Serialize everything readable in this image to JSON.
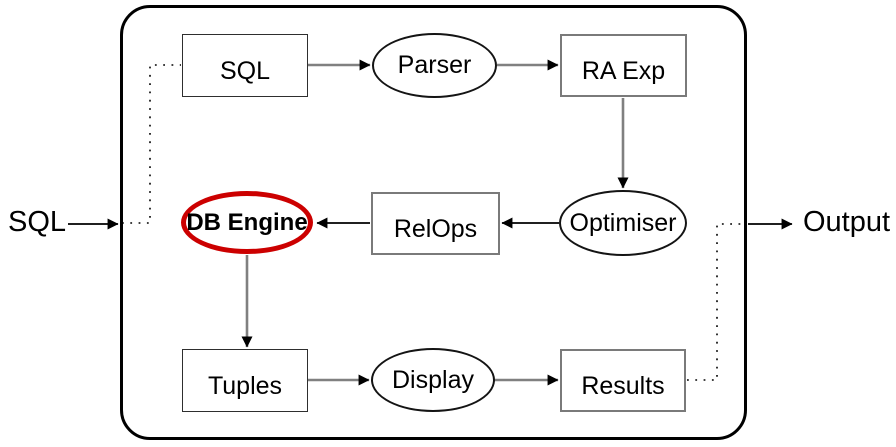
{
  "diagram": {
    "external": {
      "input_label": "SQL",
      "output_label": "Output"
    },
    "nodes": {
      "sql_box": {
        "label": "SQL",
        "shape": "rectangle"
      },
      "parser": {
        "label": "Parser",
        "shape": "ellipse"
      },
      "ra_exp": {
        "label": "RA Exp",
        "shape": "rectangle"
      },
      "db_engine": {
        "label": "DB Engine",
        "shape": "ellipse",
        "highlighted": true
      },
      "relops": {
        "label": "RelOps",
        "shape": "rectangle"
      },
      "optimiser": {
        "label": "Optimiser",
        "shape": "ellipse"
      },
      "tuples": {
        "label": "Tuples",
        "shape": "rectangle"
      },
      "display": {
        "label": "Display",
        "shape": "ellipse"
      },
      "results": {
        "label": "Results",
        "shape": "rectangle"
      }
    },
    "edges": [
      {
        "from": "external-input",
        "to": "frame",
        "style": "solid-arrow"
      },
      {
        "from": "frame-left",
        "to": "sql_box",
        "style": "dotted"
      },
      {
        "from": "sql_box",
        "to": "parser",
        "style": "solid-arrow"
      },
      {
        "from": "parser",
        "to": "ra_exp",
        "style": "solid-arrow"
      },
      {
        "from": "ra_exp",
        "to": "optimiser",
        "style": "solid-arrow"
      },
      {
        "from": "optimiser",
        "to": "relops",
        "style": "solid-arrow"
      },
      {
        "from": "relops",
        "to": "db_engine",
        "style": "solid-arrow"
      },
      {
        "from": "db_engine",
        "to": "tuples",
        "style": "solid-arrow"
      },
      {
        "from": "tuples",
        "to": "display",
        "style": "solid-arrow"
      },
      {
        "from": "display",
        "to": "results",
        "style": "solid-arrow"
      },
      {
        "from": "results",
        "to": "frame-right",
        "style": "dotted"
      },
      {
        "from": "frame",
        "to": "external-output",
        "style": "solid-arrow"
      }
    ],
    "colors": {
      "highlight_red": "#cc0000",
      "flow_line_gray": "#808080",
      "control_line_black": "#000000",
      "box_border_gray": "#7a7a7a",
      "background": "#ffffff"
    }
  }
}
